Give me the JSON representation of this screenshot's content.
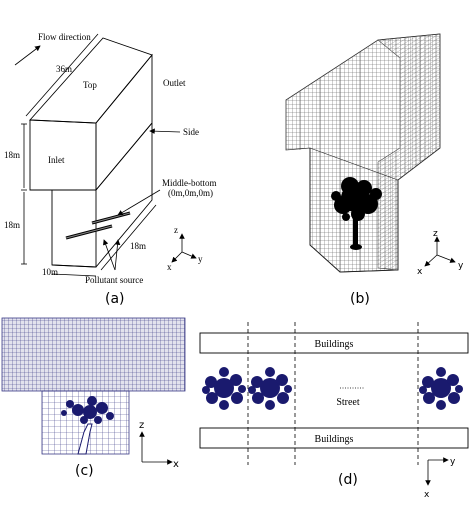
{
  "panel_a": {
    "caption": "(a)",
    "flow_direction": "Flow direction",
    "dim_length": "36m",
    "top": "Top",
    "outlet": "Outlet",
    "side": "Side",
    "inlet": "Inlet",
    "dim_upper_height": "18m",
    "dim_lower_height": "18m",
    "middle_bottom_1": "Middle-bottom",
    "middle_bottom_2": "(0m,0m,0m)",
    "dim_street_length": "18m",
    "dim_width": "10m",
    "pollutant_source": "Pollutant source",
    "axis_x": "x",
    "axis_y": "y",
    "axis_z": "z"
  },
  "panel_b": {
    "caption": "(b)",
    "axis_x": "x",
    "axis_y": "y",
    "axis_z": "z"
  },
  "panel_c": {
    "caption": "(c)",
    "axis_x": "x",
    "axis_z": "z"
  },
  "panel_d": {
    "caption": "(d)",
    "buildings_top": "Buildings",
    "street": "Street",
    "buildings_bottom": "Buildings",
    "axis_x": "x",
    "axis_y": "y"
  },
  "colors": {
    "line": "#000000",
    "mesh_gray": "#555555",
    "mesh_blue": "#3a3a86",
    "tree_blue": "#1a1a6e"
  }
}
